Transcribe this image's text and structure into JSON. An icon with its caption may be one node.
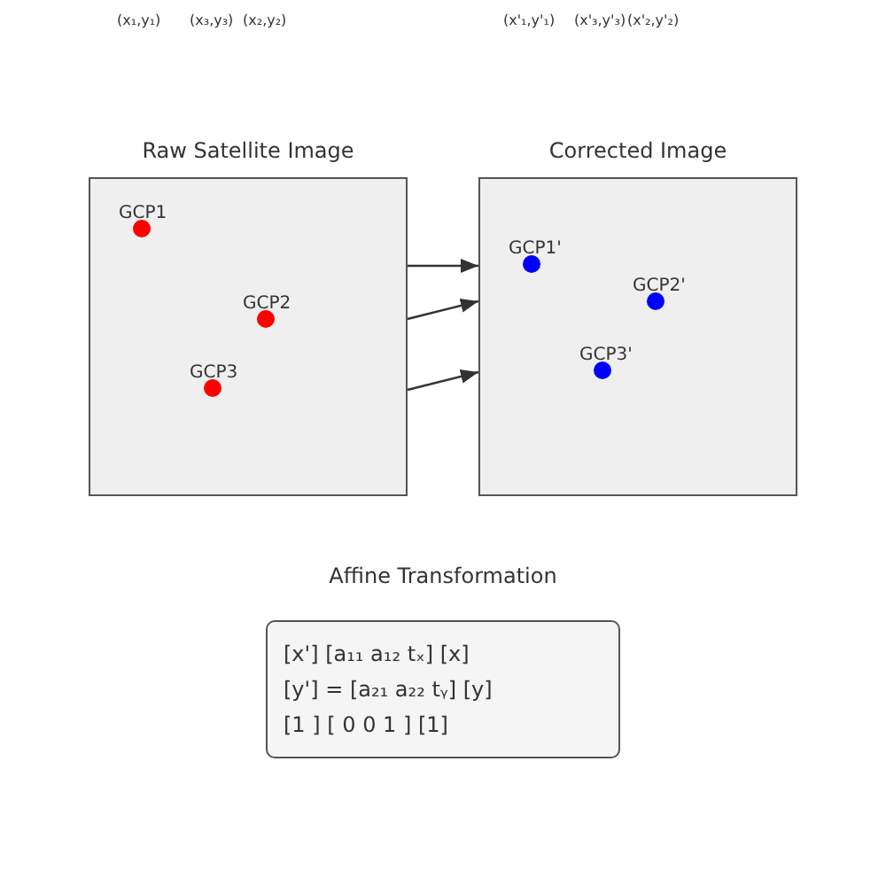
{
  "diagram": {
    "nodes": [
      {
        "text": [
          "Raw Satellite Image"
        ]
      },
      {
        "text": [
          "GCP1"
        ],
        "in": 0
      },
      {
        "text": [
          "GCP2"
        ],
        "in": 0
      },
      {
        "text": [
          "GCP3"
        ],
        "in": 0
      },
      {
        "text": [
          "Corrected Image"
        ]
      },
      {
        "text": [
          "GCP1'"
        ],
        "in": 4
      },
      {
        "text": [
          "GCP2'"
        ],
        "in": 4
      },
      {
        "text": [
          "GCP3'"
        ],
        "in": 4
      },
      {
        "text": [
          "Affine Transformation",
          "[x'] [a₁₁ a₁₂ tₓ] [x]",
          "[y'] = [a₂₁ a₂₂ tᵧ] [y]",
          "[1 ] [ 0 0 1 ] [1]"
        ]
      }
    ],
    "edges": [
      {
        "from": 0,
        "to": 4,
        "arrow": "to"
      },
      {
        "from": 0,
        "to": 4,
        "arrow": "to"
      },
      {
        "from": 0,
        "to": 4,
        "arrow": "to"
      }
    ],
    "labels": [
      "(x₁,y₁)",
      "(x₃,y₃)",
      "(x₂,y₂)",
      "(x'₁,y'₁)",
      "(x'₃,y'₃)",
      "(x'₂,y'₂)"
    ]
  }
}
